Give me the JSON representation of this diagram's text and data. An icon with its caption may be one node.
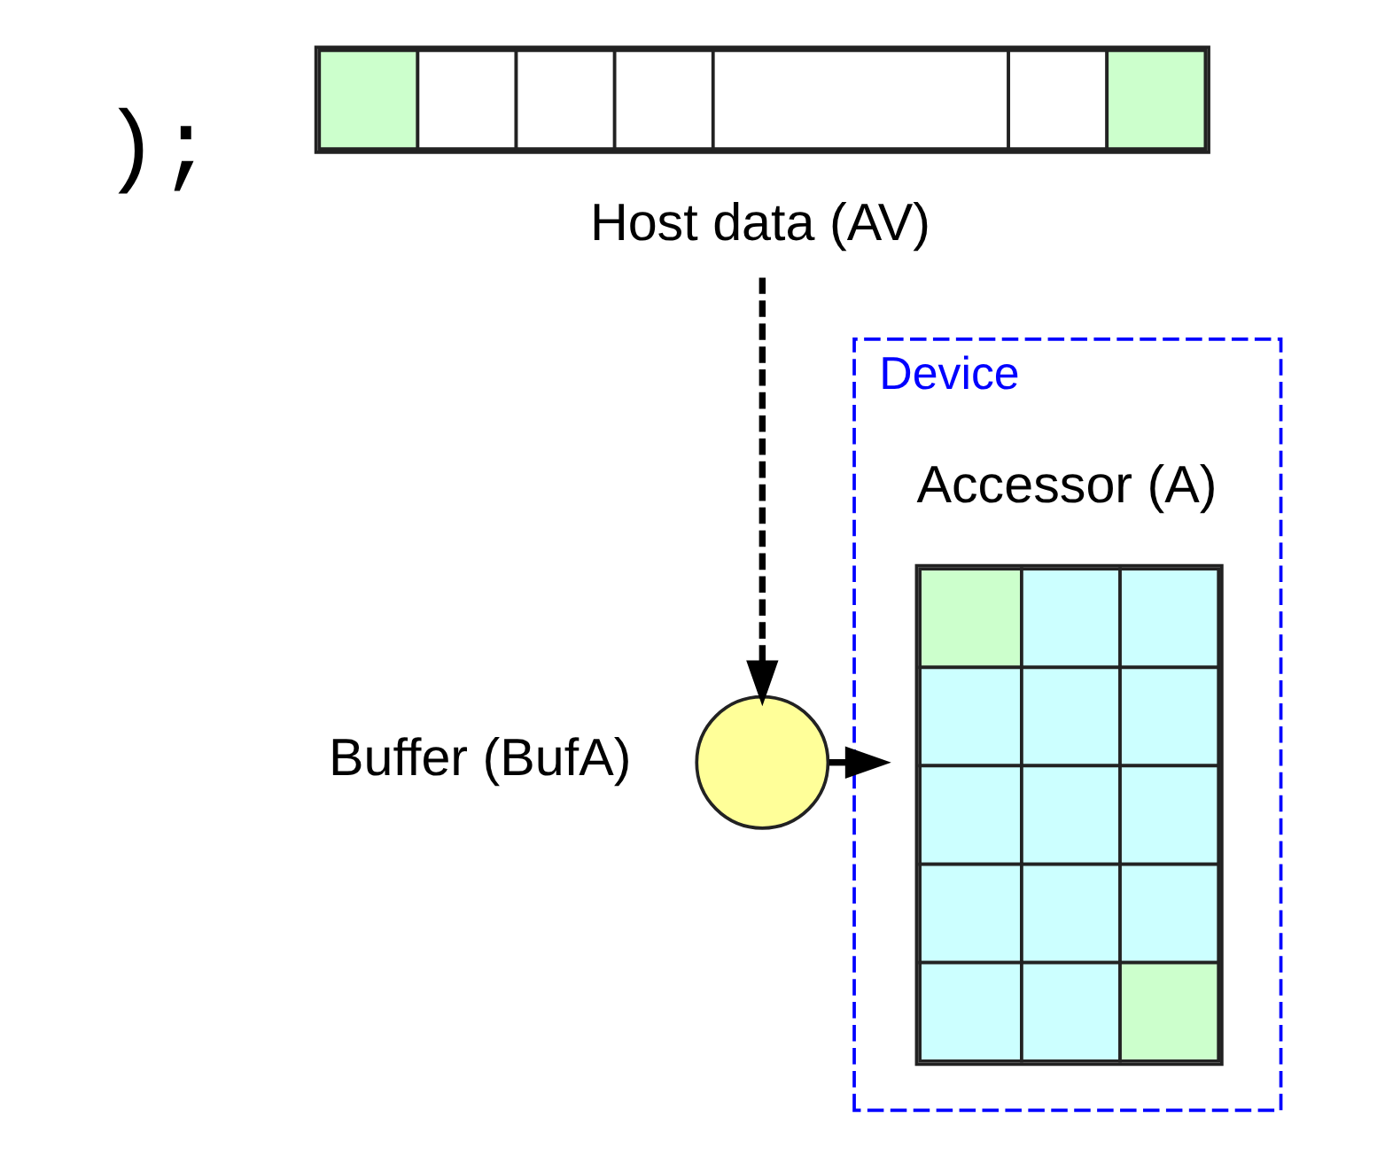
{
  "diagram": {
    "nodes": [
      {
        "text": [
          "Device"
        ]
      },
      {
        "text": [
          "Host data (AV)"
        ]
      },
      {
        "text": [],
        "shape": "circle",
        "beside": [
          "Buffer (BufA)"
        ]
      },
      {
        "text": [
          "Accessor (A)"
        ],
        "in": 0
      }
    ],
    "edges": [
      {
        "from": 1,
        "to": 2,
        "arrow": "to",
        "style": "dashed"
      },
      {
        "from": 2,
        "to": 3,
        "arrow": "to",
        "style": "dashed"
      }
    ],
    "labels": [
      ");"
    ]
  }
}
